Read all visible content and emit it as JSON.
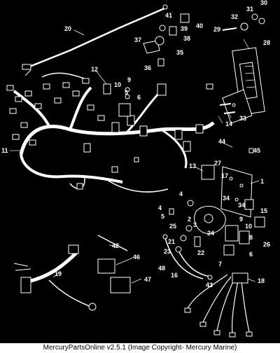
{
  "footer": {
    "text": "MercuryPartsOnline v2.5.1 (Image Copyright- Mercury Marine)"
  },
  "diagram": {
    "callouts": [
      "1",
      "2",
      "3",
      "4",
      "5",
      "6",
      "7",
      "8",
      "9",
      "10",
      "11",
      "12",
      "13",
      "14",
      "15",
      "16",
      "17",
      "18",
      "19",
      "20",
      "21",
      "22",
      "23",
      "24",
      "25",
      "26",
      "27",
      "28",
      "29",
      "30",
      "31",
      "32",
      "33",
      "34",
      "35",
      "36",
      "37",
      "38",
      "39",
      "40",
      "41",
      "42",
      "43",
      "44",
      "45",
      "46",
      "47",
      "48"
    ]
  }
}
